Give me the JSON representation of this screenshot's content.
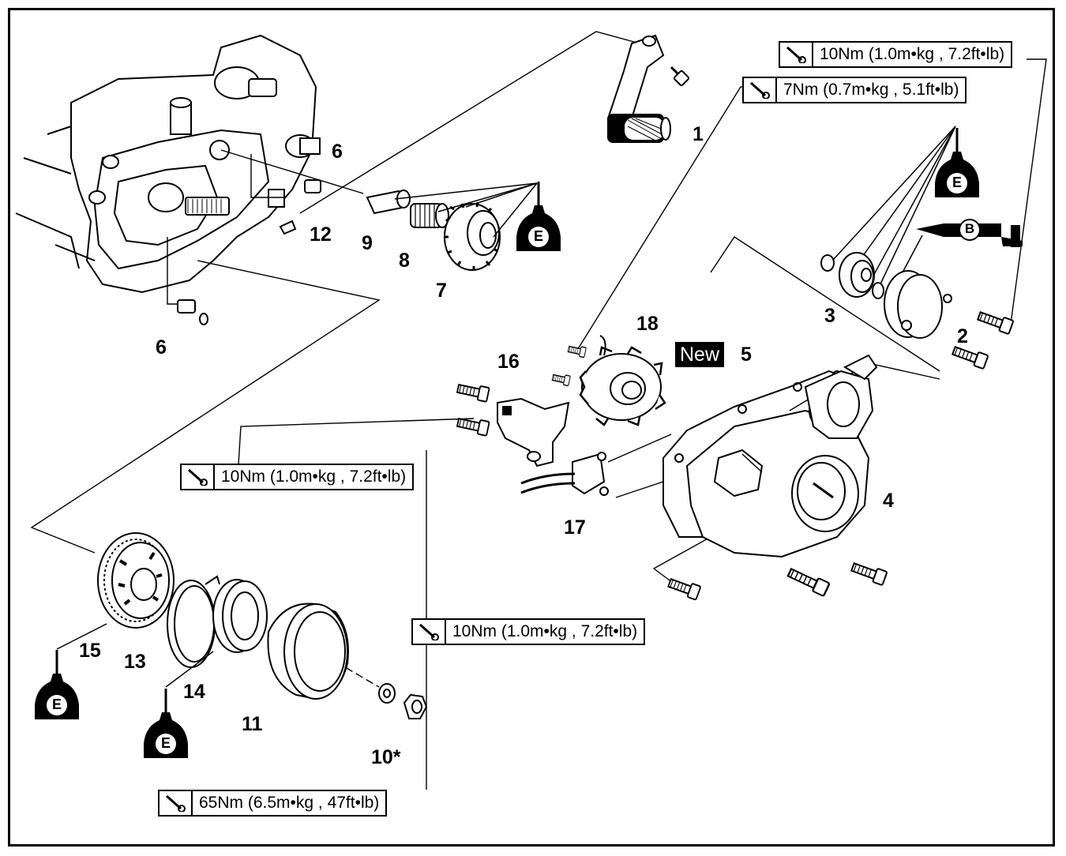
{
  "torque_specs": {
    "t10_top": "10Nm (1.0m•kg , 7.2ft•lb)",
    "t7": "7Nm (0.7m•kg , 5.1ft•lb)",
    "t10_left": "10Nm (1.0m•kg , 7.2ft•lb)",
    "t10_bottom": "10Nm (1.0m•kg , 7.2ft•lb)",
    "t65": "65Nm (6.5m•kg , 47ft•lb)"
  },
  "new_badge": "New",
  "lubricant": {
    "oil": "E",
    "grease": "B"
  },
  "parts": {
    "p1": "1",
    "p2": "2",
    "p3": "3",
    "p4": "4",
    "p5": "5",
    "p6a": "6",
    "p6b": "6",
    "p7": "7",
    "p8": "8",
    "p9": "9",
    "p10": "10*",
    "p11": "11",
    "p12": "12",
    "p13": "13",
    "p14": "14",
    "p15": "15",
    "p16": "16",
    "p17": "17",
    "p18": "18"
  }
}
